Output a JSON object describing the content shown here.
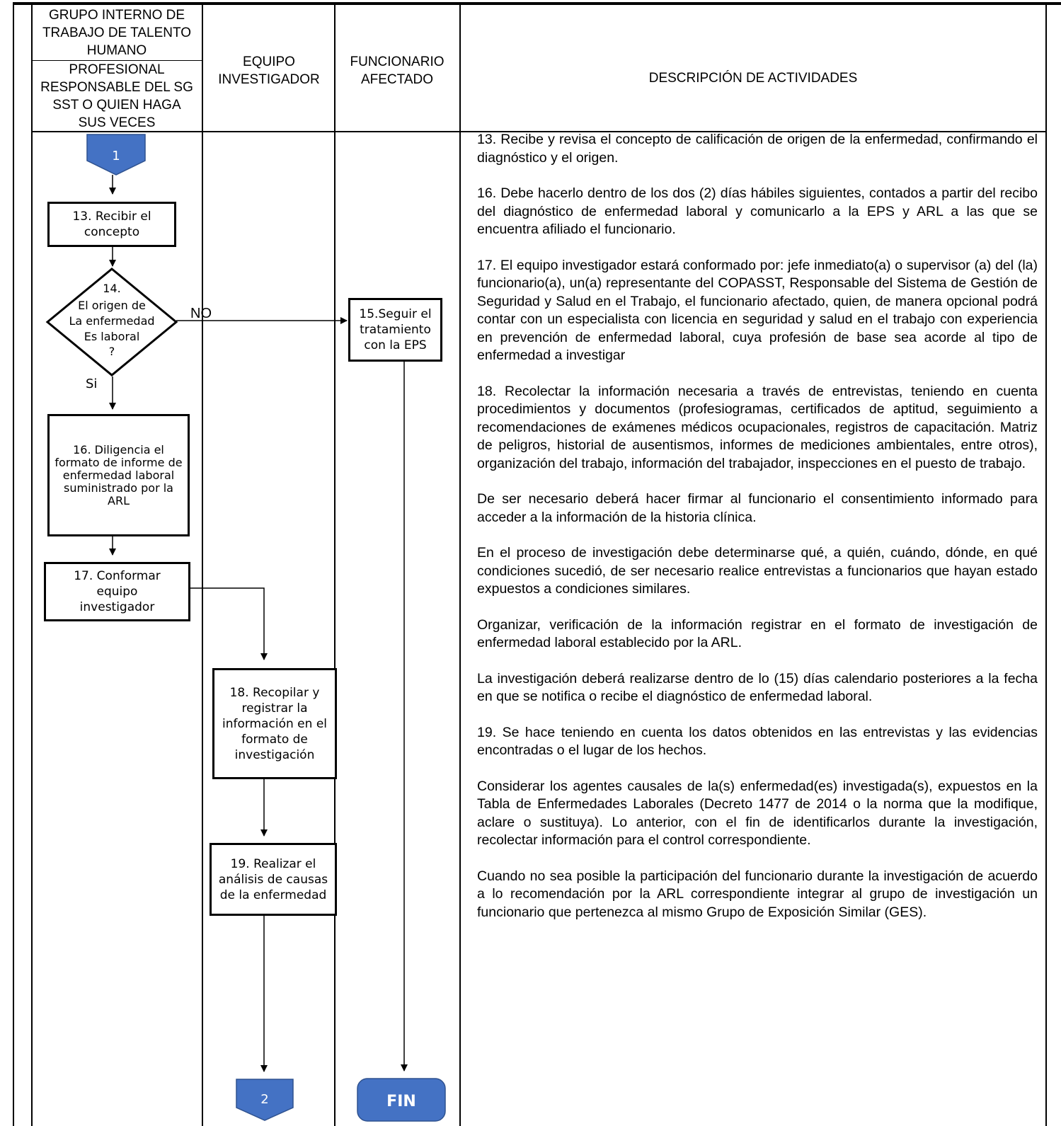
{
  "header": {
    "col1_top": "GRUPO INTERNO DE TRABAJO DE TALENTO HUMANO",
    "col1_bottom": "PROFESIONAL RESPONSABLE DEL SG SST O QUIEN HAGA SUS VECES",
    "col2": "EQUIPO INVESTIGADOR",
    "col3": "FUNCIONARIO AFECTADO",
    "col4": "DESCRIPCIÓN DE ACTIVIDADES"
  },
  "flow": {
    "connector_start": "1",
    "step13": "13. Recibir el concepto",
    "decision14": [
      "14.",
      "El origen de",
      "La  enfermedad",
      "Es laboral",
      "?"
    ],
    "no_label": "NO",
    "si_label": "Si",
    "step15": "15.Seguir el tratamiento con la EPS",
    "step16": "16. Diligencia el formato de informe de enfermedad laboral suministrado por la ARL",
    "step17": "17. Conformar equipo investigador",
    "step18": "18. Recopilar y registrar la información en el formato de investigación",
    "step19": "19. Realizar el análisis de causas de la enfermedad",
    "connector_end": "2",
    "terminator": "FIN"
  },
  "description": [
    "13. Recibe y revisa el concepto de calificación de origen de la enfermedad, confirmando el diagnóstico y el origen.",
    "16. Debe hacerlo dentro de los dos (2) días hábiles siguientes, contados a partir del recibo del diagnóstico de enfermedad laboral y comunicarlo a la EPS y ARL a las que se encuentra afiliado el funcionario.",
    "17. El equipo investigador estará conformado por: jefe inmediato(a) o supervisor (a) del (la) funcionario(a), un(a) representante del COPASST, Responsable del Sistema de Gestión de Seguridad y Salud en el Trabajo, el funcionario afectado, quien, de manera opcional podrá contar con un especialista con licencia en seguridad y salud en el trabajo con experiencia en prevención de enfermedad laboral, cuya profesión de base sea acorde al tipo de enfermedad a investigar",
    "18. Recolectar la información necesaria a través de entrevistas, teniendo en cuenta procedimientos y documentos (profesiogramas, certificados de aptitud, seguimiento a recomendaciones de exámenes médicos ocupacionales, registros de capacitación. Matriz de peligros, historial de ausentismos, informes de mediciones ambientales, entre otros), organización del trabajo, información del trabajador, inspecciones en el puesto de trabajo.",
    "De ser necesario deberá hacer firmar al funcionario el consentimiento informado para acceder a la información de la historia clínica.",
    "En el proceso de investigación debe determinarse qué, a quién, cuándo, dónde, en qué condiciones sucedió, de ser necesario realice entrevistas a funcionarios que hayan estado expuestos a condiciones similares.",
    "Organizar, verificación de la información registrar en el formato de investigación de enfermedad laboral establecido por la ARL.",
    "La investigación deberá realizarse dentro de lo (15) días calendario posteriores a la fecha en que se notifica o recibe el diagnóstico de enfermedad laboral.",
    "19. Se hace teniendo en cuenta los datos obtenidos en las entrevistas y las evidencias encontradas o el lugar de los hechos.",
    "Considerar los agentes causales de la(s) enfermedad(es) investigada(s), expuestos en la Tabla de Enfermedades Laborales (Decreto 1477 de 2014 o la norma que la modifique, aclare o sustituya). Lo anterior, con el fin de identificarlos durante la investigación, recolectar información para el control correspondiente.",
    "Cuando no sea posible la participación del funcionario durante la investigación de acuerdo a lo recomendación por la ARL correspondiente integrar al grupo de investigación un funcionario que pertenezca al mismo Grupo de Exposición Similar (GES)."
  ],
  "colors": {
    "connector_fill": "#4472C4",
    "connector_stroke": "#2F528F",
    "emoji": "#F5C518"
  }
}
